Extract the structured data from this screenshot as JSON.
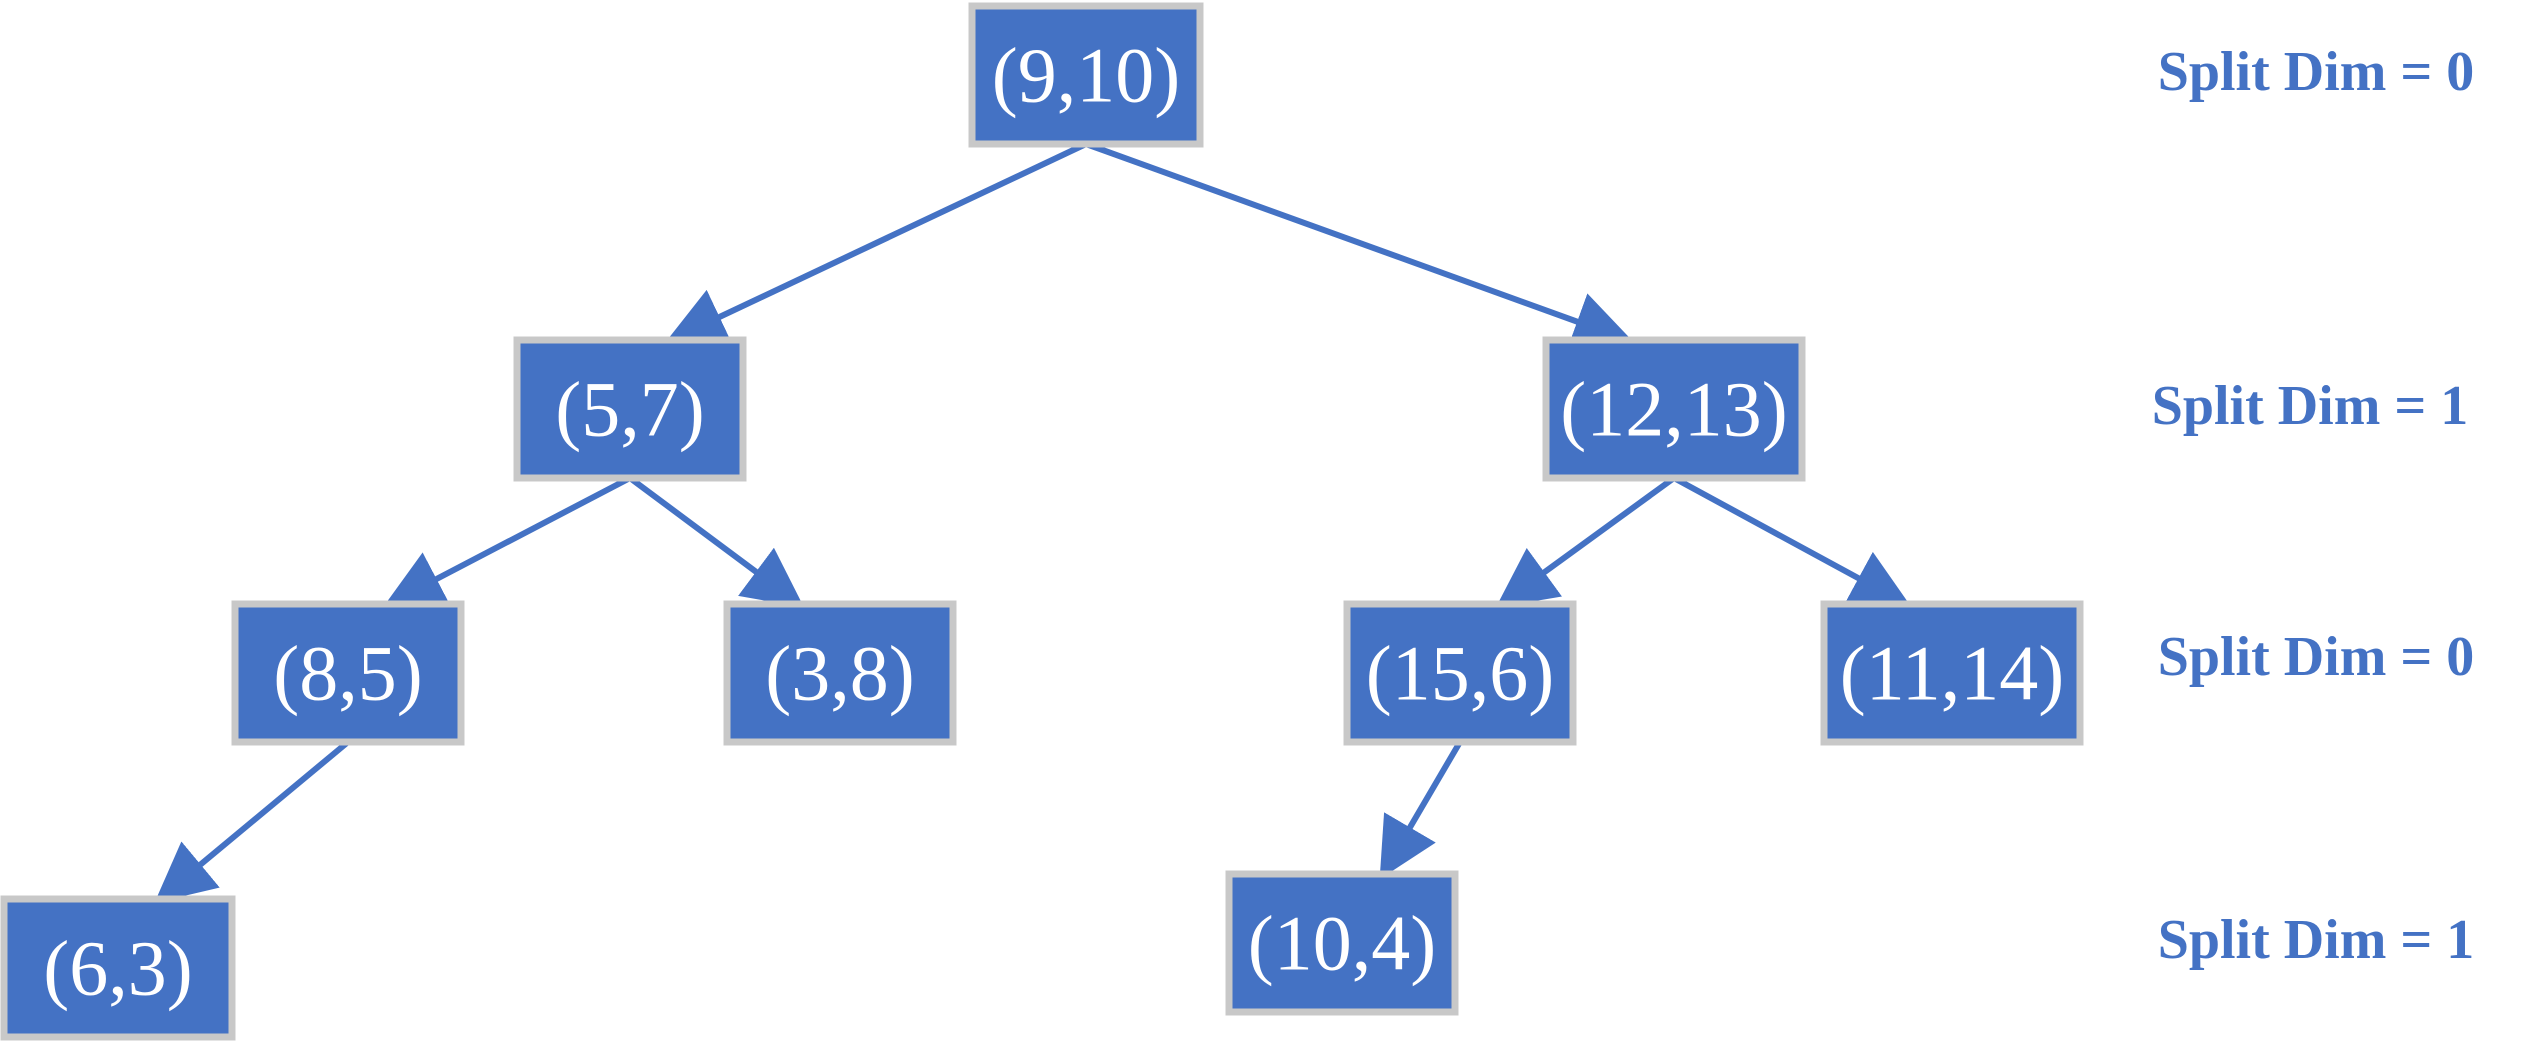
{
  "colors": {
    "node_fill": "#4472c4",
    "node_border": "#c8c8c8",
    "node_text": "#ffffff",
    "edge": "#4472c4",
    "level_text": "#4472c4"
  },
  "nodes": [
    {
      "id": "n-9-10",
      "label": "(9,10)"
    },
    {
      "id": "n-5-7",
      "label": "(5,7)"
    },
    {
      "id": "n-12-13",
      "label": "(12,13)"
    },
    {
      "id": "n-8-5",
      "label": "(8,5)"
    },
    {
      "id": "n-3-8",
      "label": "(3,8)"
    },
    {
      "id": "n-15-6",
      "label": "(15,6)"
    },
    {
      "id": "n-11-14",
      "label": "(11,14)"
    },
    {
      "id": "n-6-3",
      "label": "(6,3)"
    },
    {
      "id": "n-10-4",
      "label": "(10,4)"
    }
  ],
  "edges": [
    {
      "from": "n-9-10",
      "to": "n-5-7"
    },
    {
      "from": "n-9-10",
      "to": "n-12-13"
    },
    {
      "from": "n-5-7",
      "to": "n-8-5"
    },
    {
      "from": "n-5-7",
      "to": "n-3-8"
    },
    {
      "from": "n-12-13",
      "to": "n-15-6"
    },
    {
      "from": "n-12-13",
      "to": "n-11-14"
    },
    {
      "from": "n-8-5",
      "to": "n-6-3"
    },
    {
      "from": "n-15-6",
      "to": "n-10-4"
    }
  ],
  "levels": [
    {
      "label": "Split Dim = 0"
    },
    {
      "label": "Split Dim = 1"
    },
    {
      "label": "Split Dim = 0"
    },
    {
      "label": "Split Dim = 1"
    }
  ]
}
